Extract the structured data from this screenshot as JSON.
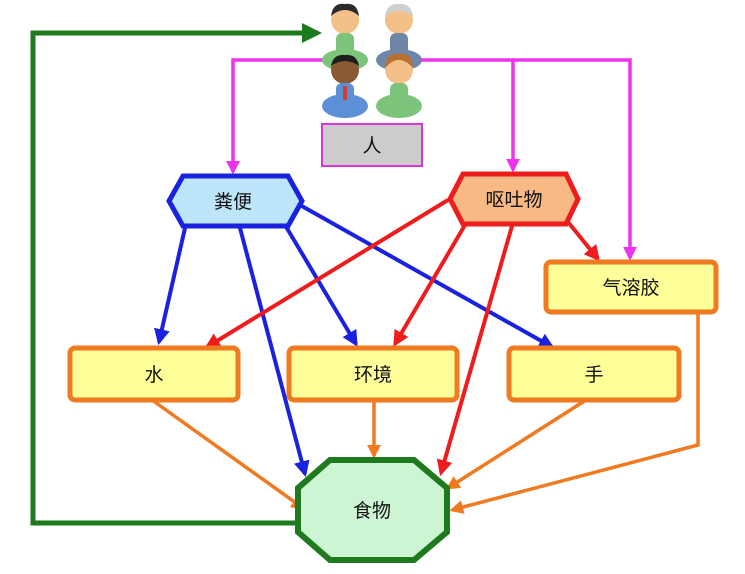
{
  "nodes": {
    "people": "人",
    "feces": "粪便",
    "vomit": "呕吐物",
    "aerosol": "气溶胶",
    "water": "水",
    "environment": "环境",
    "hands": "手",
    "food": "食物"
  },
  "colors": {
    "magenta": "#ee33ee",
    "blue": "#1a22e0",
    "red": "#ee1c1c",
    "orange": "#f07a20",
    "green": "#1f7a1f",
    "box_fill": "#ffff99",
    "box_border": "#f07a20"
  }
}
